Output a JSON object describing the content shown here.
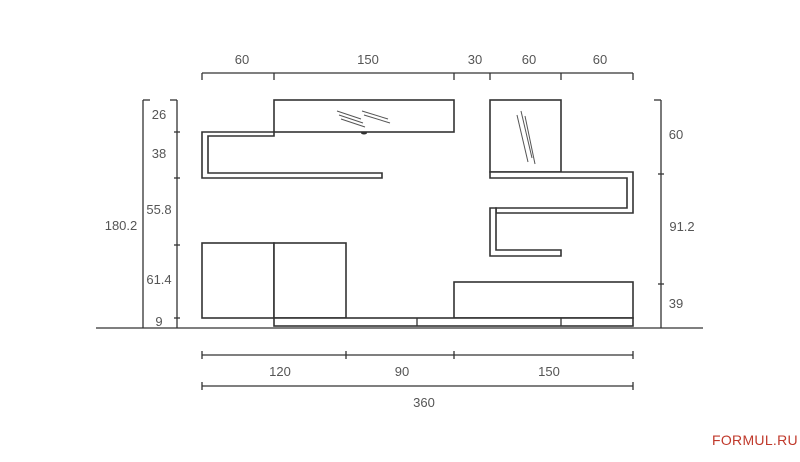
{
  "dimensions": {
    "top": [
      "60",
      "150",
      "30",
      "60",
      "60"
    ],
    "left": [
      "26",
      "38",
      "55.8",
      "61.4",
      "9"
    ],
    "left_total": "180.2",
    "right": [
      "60",
      "91.2",
      "39"
    ],
    "bottom_segments": [
      "120",
      "90",
      "150"
    ],
    "bottom_total": "360"
  },
  "brand": {
    "text": "FORMUL.RU",
    "color": "#c0392b"
  },
  "colors": {
    "line": "#333333",
    "text": "#555555"
  }
}
